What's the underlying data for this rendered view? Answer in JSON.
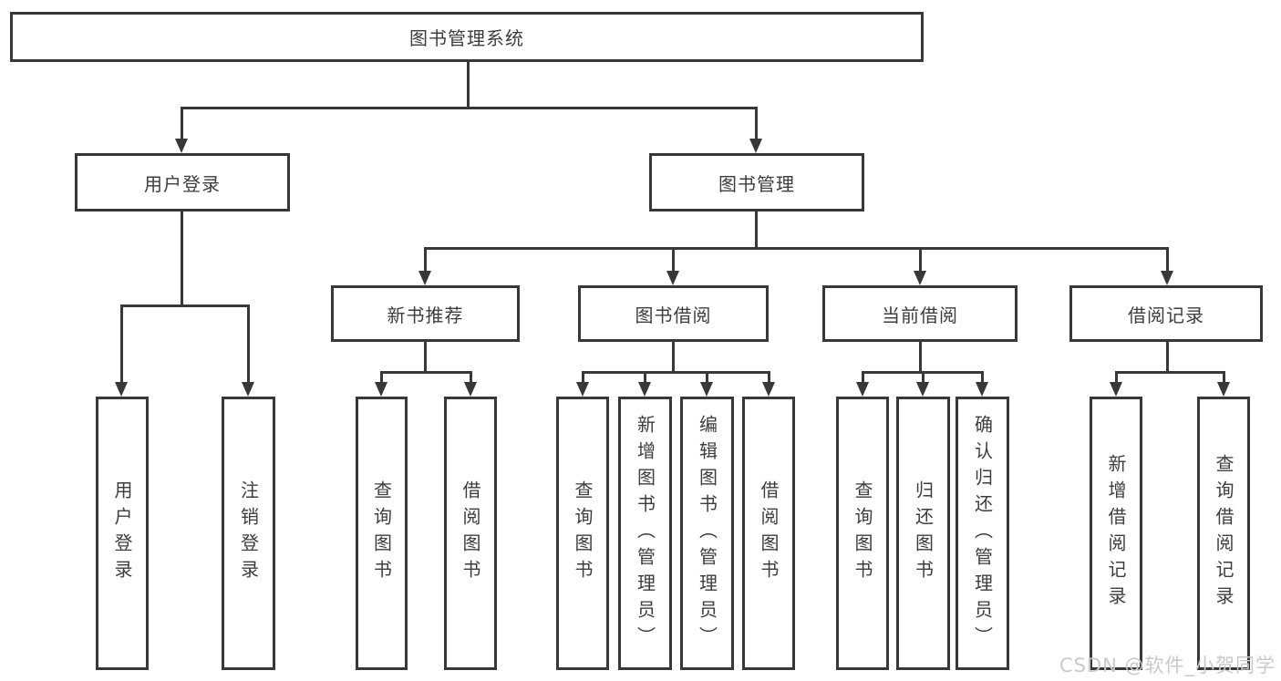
{
  "diagram": {
    "root": {
      "label": "图书管理系统"
    },
    "level2": [
      {
        "label": "用户登录"
      },
      {
        "label": "图书管理"
      }
    ],
    "level3": [
      {
        "label": "新书推荐"
      },
      {
        "label": "图书借阅"
      },
      {
        "label": "当前借阅"
      },
      {
        "label": "借阅记录"
      }
    ],
    "leaves": {
      "user_login": [
        {
          "label": "用户登录"
        },
        {
          "label": "注销登录"
        }
      ],
      "new_book": [
        {
          "label": "查询图书"
        },
        {
          "label": "借阅图书"
        }
      ],
      "book_borrow": [
        {
          "label": "查询图书"
        },
        {
          "label": "新增图书（管理员）"
        },
        {
          "label": "编辑图书（管理员）"
        },
        {
          "label": "借阅图书"
        }
      ],
      "current_borrow": [
        {
          "label": "查询图书"
        },
        {
          "label": "归还图书"
        },
        {
          "label": "确认归还（管理员）"
        }
      ],
      "borrow_records": [
        {
          "label": "新增借阅记录"
        },
        {
          "label": "查询借阅记录"
        }
      ]
    },
    "watermark": "CSDN @软件_小贺同学",
    "colors": {
      "line": "#383838",
      "text": "#3d3d3d",
      "watermark": "#c9c9c9",
      "background": "#ffffff"
    }
  }
}
